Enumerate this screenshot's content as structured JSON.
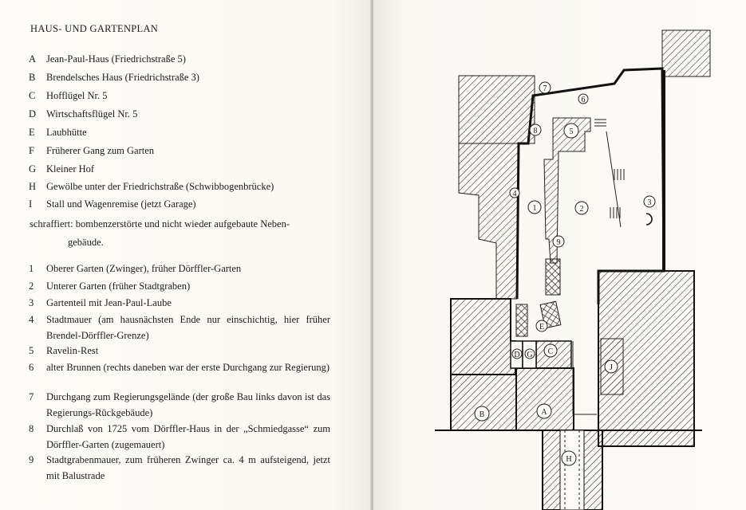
{
  "title": "HAUS- UND GARTENPLAN",
  "legend_letters": [
    {
      "key": "A",
      "text": "Jean-Paul-Haus (Friedrichstraße 5)"
    },
    {
      "key": "B",
      "text": "Brendelsches Haus (Friedrichstraße 3)"
    },
    {
      "key": "C",
      "text": "Hofflügel Nr. 5"
    },
    {
      "key": "D",
      "text": "Wirtschaftsflügel Nr. 5"
    },
    {
      "key": "E",
      "text": "Laubhütte"
    },
    {
      "key": "F",
      "text": "Früherer Gang zum Garten"
    },
    {
      "key": "G",
      "text": "Kleiner Hof"
    },
    {
      "key": "H",
      "text": "Gewölbe unter der Friedrichstraße (Schwibbogenbrücke)"
    },
    {
      "key": "I",
      "text": "Stall und Wagenremise (jetzt Garage)"
    }
  ],
  "hatch_note": {
    "line1": "schraffiert: bombenzerstörte und nicht wieder aufgebaute Neben-",
    "line2": "gebäude."
  },
  "legend_numbers": [
    {
      "key": "1",
      "text": "Oberer Garten (Zwinger), früher Dörffler-Garten"
    },
    {
      "key": "2",
      "text": "Unterer Garten (früher Stadtgraben)"
    },
    {
      "key": "3",
      "text": "Gartenteil mit Jean-Paul-Laube"
    },
    {
      "key": "4",
      "text": "Stadtmauer (am hausnächsten Ende nur einschichtig, hier früher Brendel-Dörffler-Grenze)"
    },
    {
      "key": "5",
      "text": "Ravelin-Rest"
    },
    {
      "key": "6",
      "text": "alter Brunnen (rechts daneben war der erste Durchgang zur Regierung)"
    },
    {
      "key": "7",
      "text": "Durchgang zum Regierungsgelände (der große Bau links davon ist das Regierungs-Rückgebäude)"
    },
    {
      "key": "8",
      "text": "Durchlaß von 1725 vom Dörffler-Haus in der „Schmiedgasse“ zum Dörffler-Garten (zugemauert)"
    },
    {
      "key": "9",
      "text": "Stadtgrabenmauer, zum früheren Zwinger ca. 4 m aufsteigend, jetzt mit Balustrade"
    }
  ],
  "plan_labels": {
    "n1": "1",
    "n2": "2",
    "n3": "3",
    "n4": "4",
    "n5": "5",
    "n6": "6",
    "n7": "7",
    "n8": "8",
    "n9": "9",
    "A": "A",
    "B": "B",
    "C": "C",
    "D": "D",
    "E": "E",
    "G": "G",
    "H": "H",
    "J": "J"
  },
  "colors": {
    "ink": "#1c1c1c",
    "paper": "#fbfaf6"
  }
}
